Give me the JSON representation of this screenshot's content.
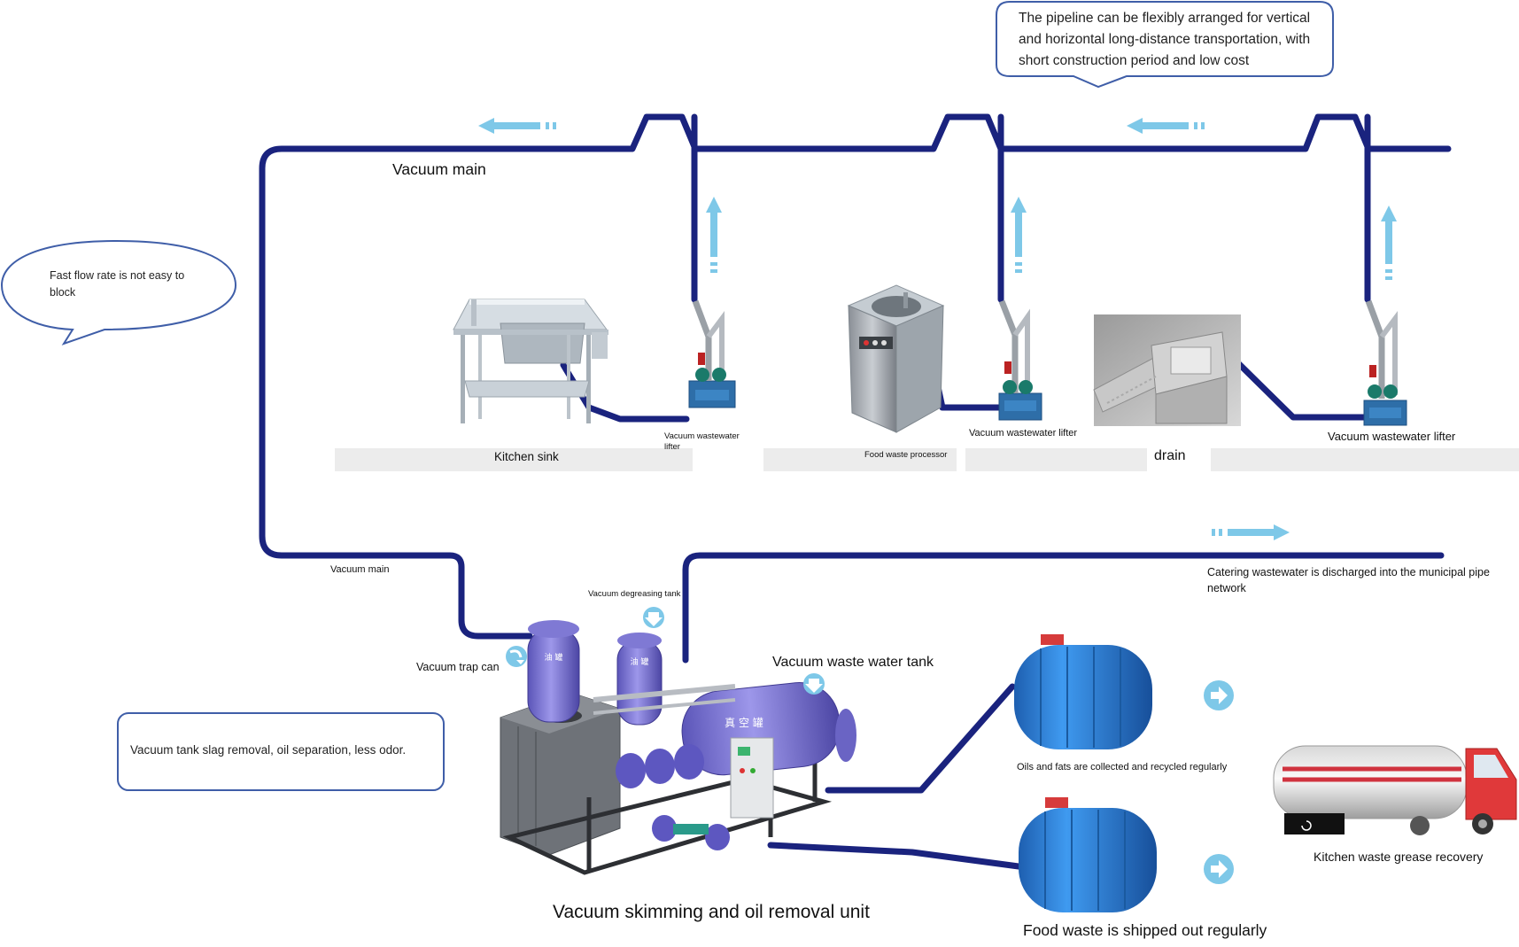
{
  "colors": {
    "pipe": "#1a237e",
    "flow_arrow": "#7ec8e8",
    "equipment": "#8a84d8",
    "tank_blue": "#2a7fd4",
    "bubble_border": "#3f5ea8",
    "shelf": "#ececec"
  },
  "callouts": {
    "pipeline": "The pipeline can be flexibly arranged for vertical and horizontal long-distance transportation, with short construction period and low cost",
    "flow_rate": "Fast flow rate is not easy to block",
    "vacuum_tank": "Vacuum tank slag removal, oil separation, less odor."
  },
  "labels": {
    "vacuum_main_top": "Vacuum main",
    "vacuum_main_bottom": "Vacuum main",
    "kitchen_sink": "Kitchen sink",
    "lifter_1": "Vacuum wastewater lifter",
    "food_waste_processor": "Food waste processor",
    "lifter_2": "Vacuum wastewater lifter",
    "drain": "drain",
    "lifter_3": "Vacuum wastewater lifter",
    "catering_wastewater": "Catering wastewater is discharged into the municipal pipe network",
    "vacuum_degreasing_tank": "Vacuum degreasing tank",
    "vacuum_trap_can": "Vacuum trap can",
    "vacuum_waste_water_tank": "Vacuum waste water tank",
    "oils_fats": "Oils and fats are collected and recycled regularly",
    "kitchen_grease_recovery": "Kitchen waste grease recovery",
    "unit_title": "Vacuum skimming and oil removal unit",
    "food_waste_shipped": "Food waste is shipped out regularly"
  },
  "equipment_marks": {
    "trap_can_text": "油 罐",
    "degreasing_text": "油 罐",
    "waste_tank_text": "真 空 罐"
  },
  "icons": [
    "flow-arrow-left-icon",
    "flow-arrow-up-icon",
    "flow-arrow-right-icon",
    "pointer-down-icon",
    "pointer-curve-icon",
    "circle-arrow-right-icon"
  ]
}
